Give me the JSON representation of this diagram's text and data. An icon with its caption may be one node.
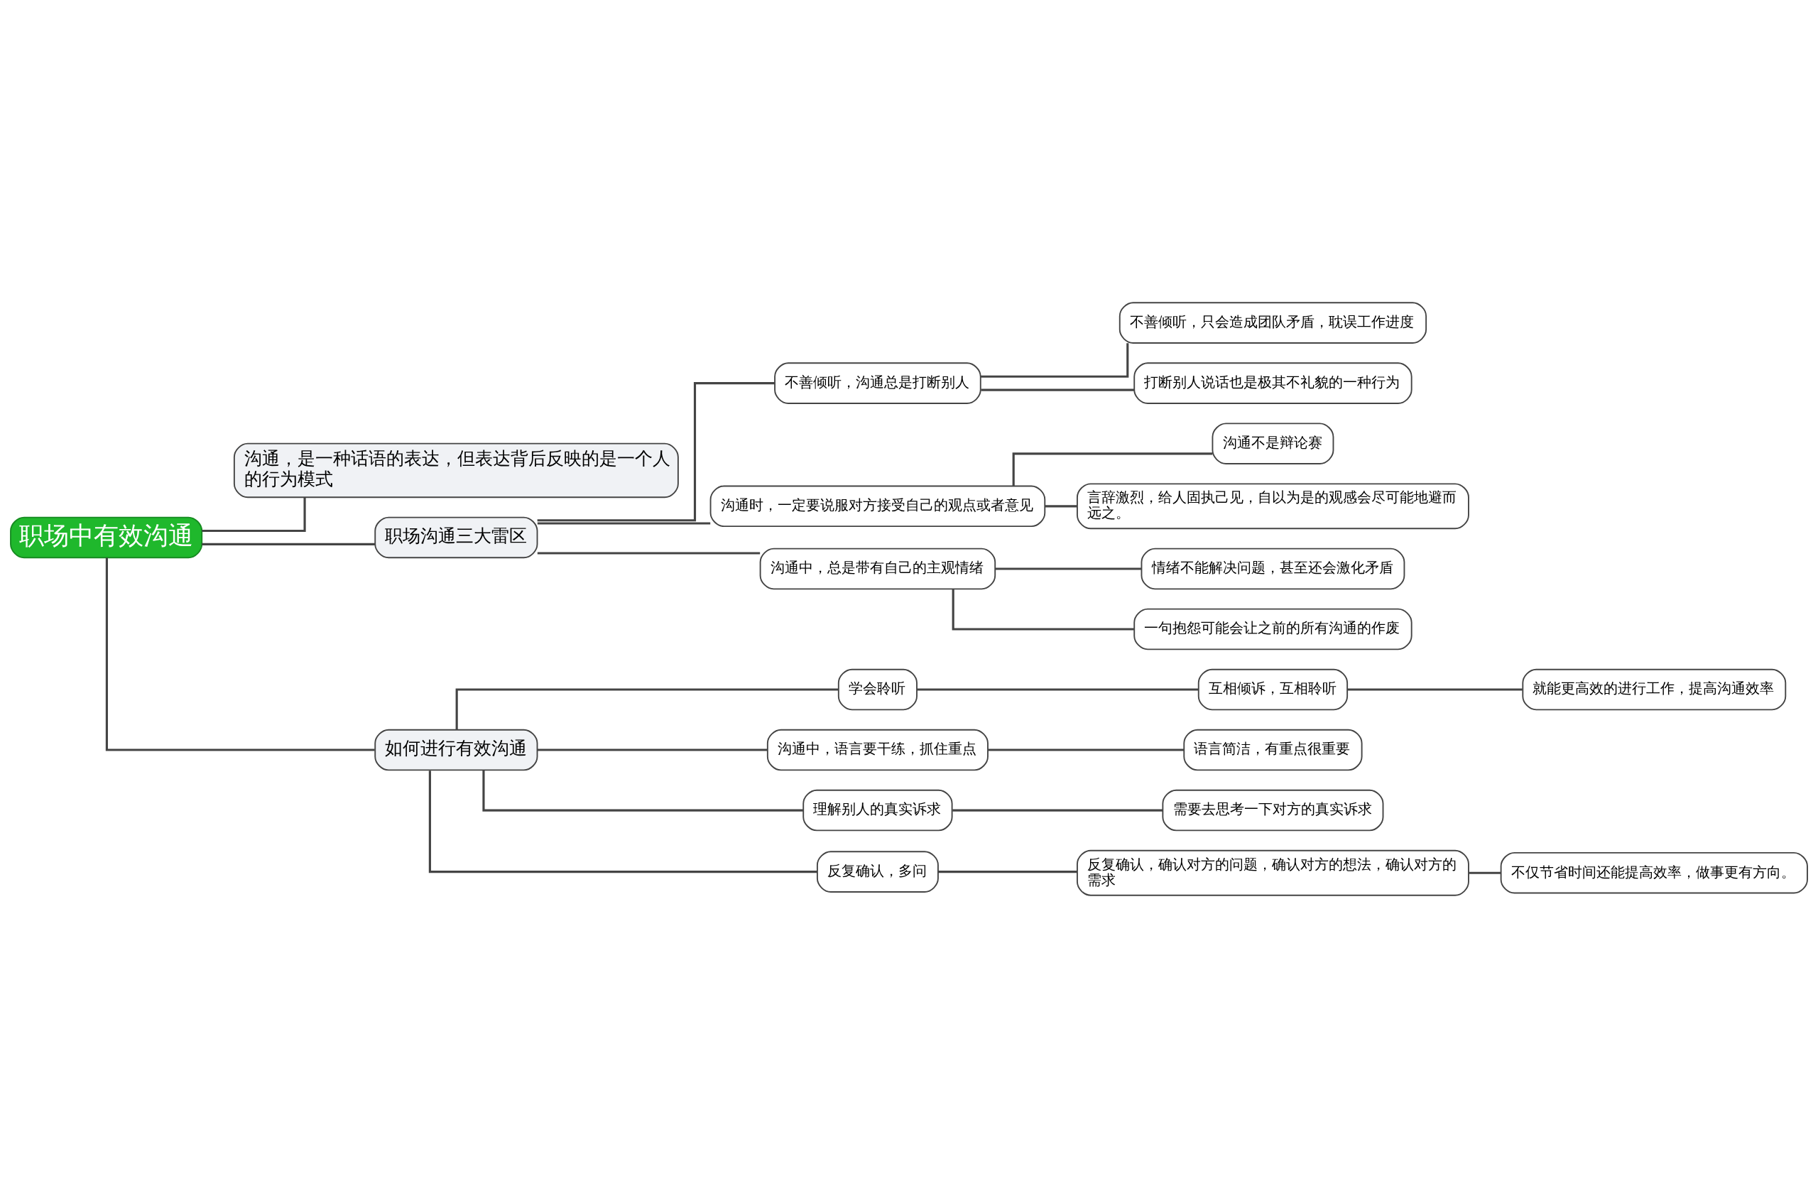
{
  "diagram": {
    "nodes": [
      {
        "text": [
          "职场中有效沟通"
        ]
      },
      {
        "text": [
          "沟通，是一种话语的表达，但表达背后反映的是一个人的行为模式"
        ]
      },
      {
        "text": [
          "职场沟通三大雷区"
        ]
      },
      {
        "text": [
          "不善倾听，沟通总是打断别人"
        ]
      },
      {
        "text": [
          "不善倾听，只会造成团队矛盾，耽误工作进度"
        ]
      },
      {
        "text": [
          "打断别人说话也是极其不礼貌的一种行为"
        ]
      },
      {
        "text": [
          "沟通时，一定要说服对方接受自己的观点或者意见"
        ]
      },
      {
        "text": [
          "沟通不是辩论赛"
        ]
      },
      {
        "text": [
          "言辞激烈，给人固执己见，自以为是的观感会尽可能地避而远之。"
        ]
      },
      {
        "text": [
          "沟通中，总是带有自己的主观情绪"
        ]
      },
      {
        "text": [
          "情绪不能解决问题，甚至还会激化矛盾"
        ]
      },
      {
        "text": [
          "一句抱怨可能会让之前的所有沟通的作废"
        ]
      },
      {
        "text": [
          "如何进行有效沟通"
        ]
      },
      {
        "text": [
          "学会聆听"
        ]
      },
      {
        "text": [
          "互相倾诉，互相聆听"
        ]
      },
      {
        "text": [
          "就能更高效的进行工作，提高沟通效率"
        ]
      },
      {
        "text": [
          "沟通中，语言要干练，抓住重点"
        ]
      },
      {
        "text": [
          "语言简洁，有重点很重要"
        ]
      },
      {
        "text": [
          "理解别人的真实诉求"
        ]
      },
      {
        "text": [
          "需要去思考一下对方的真实诉求"
        ]
      },
      {
        "text": [
          "反复确认，多问"
        ]
      },
      {
        "text": [
          "反复确认，确认对方的问题，确认对方的想法，确认对方的需求"
        ]
      },
      {
        "text": [
          "不仅节省时间还能提高效率，做事更有方向。"
        ]
      }
    ],
    "edges": [
      {
        "from": 0,
        "to": 1,
        "arrow": "none"
      },
      {
        "from": 0,
        "to": 2,
        "arrow": "none"
      },
      {
        "from": 2,
        "to": 3,
        "arrow": "none"
      },
      {
        "from": 3,
        "to": 4,
        "arrow": "none"
      },
      {
        "from": 3,
        "to": 5,
        "arrow": "none"
      },
      {
        "from": 2,
        "to": 6,
        "arrow": "none"
      },
      {
        "from": 6,
        "to": 7,
        "arrow": "none"
      },
      {
        "from": 6,
        "to": 8,
        "arrow": "none"
      },
      {
        "from": 2,
        "to": 9,
        "arrow": "none"
      },
      {
        "from": 9,
        "to": 10,
        "arrow": "none"
      },
      {
        "from": 9,
        "to": 11,
        "arrow": "none"
      },
      {
        "from": 0,
        "to": 12,
        "arrow": "none"
      },
      {
        "from": 12,
        "to": 13,
        "arrow": "none"
      },
      {
        "from": 13,
        "to": 14,
        "arrow": "none"
      },
      {
        "from": 14,
        "to": 15,
        "arrow": "none"
      },
      {
        "from": 12,
        "to": 16,
        "arrow": "none"
      },
      {
        "from": 16,
        "to": 17,
        "arrow": "none"
      },
      {
        "from": 12,
        "to": 18,
        "arrow": "none"
      },
      {
        "from": 18,
        "to": 19,
        "arrow": "none"
      },
      {
        "from": 12,
        "to": 20,
        "arrow": "none"
      },
      {
        "from": 20,
        "to": 21,
        "arrow": "none"
      },
      {
        "from": 21,
        "to": 22,
        "arrow": "none"
      }
    ]
  }
}
